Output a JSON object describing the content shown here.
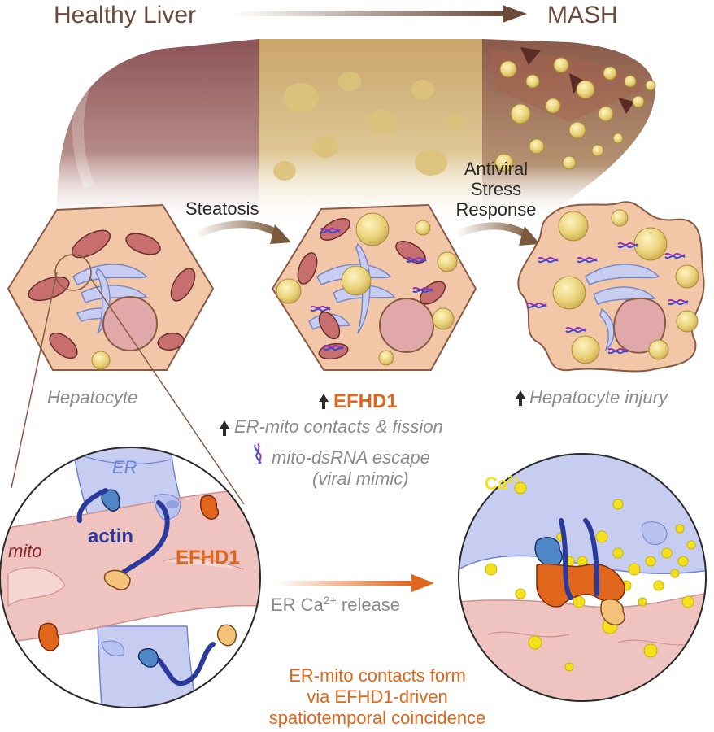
{
  "header": {
    "left_label": "Healthy Liver",
    "right_label": "MASH"
  },
  "transitions": {
    "steatosis": "Steatosis",
    "antiviral_line1": "Antiviral",
    "antiviral_line2": "Stress",
    "antiviral_line3": "Response"
  },
  "captions": {
    "hepatocyte": "Hepatocyte",
    "efhd1_up": "EFHD1",
    "injury_up": "Hepatocyte injury",
    "contacts_fission": "ER-mito contacts & fission",
    "dsrna_line1": "mito-dsRNA escape",
    "dsrna_line2": "(viral mimic)"
  },
  "zoom_left": {
    "er_label": "ER",
    "mito_label": "mito",
    "actin_label": "actin",
    "efhd1_label": "EFHD1"
  },
  "zoom_right": {
    "ca_label": "Ca",
    "ca_sup": "2+"
  },
  "release": {
    "label_pre": "ER Ca",
    "label_sup": "2+",
    "label_post": " release"
  },
  "footer": {
    "line1": "ER-mito contacts form",
    "line2": "via EFHD1-driven",
    "line3": "spatiotemporal coincidence"
  },
  "colors": {
    "brown_text": "#6b4a3a",
    "orange": "#e0661c",
    "gray_text": "#8a8a8a",
    "er_blue": "#c6cdf0",
    "mito_pink": "#efc4c0",
    "cell_fill": "#f2c7a8",
    "lipid": "#e9d27a"
  }
}
